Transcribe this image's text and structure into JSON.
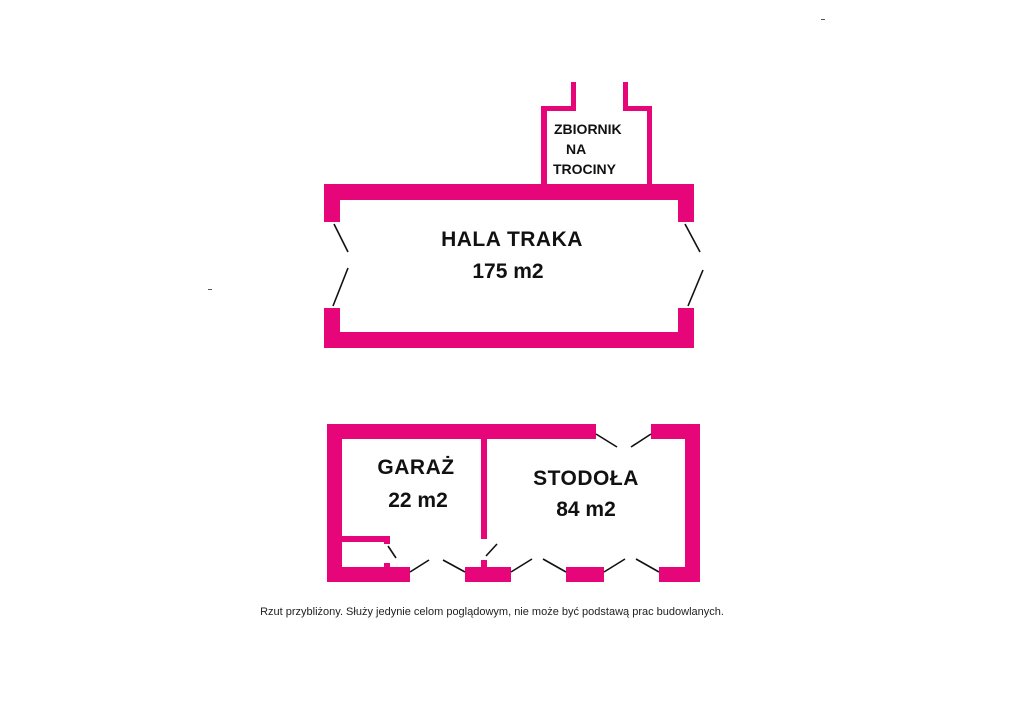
{
  "colors": {
    "wall": "#e6067a",
    "door_line": "#111111",
    "text": "#111111",
    "background": "#ffffff"
  },
  "rooms": {
    "tank": {
      "line1": "ZBIORNIK",
      "line2": "NA",
      "line3": "TROCINY"
    },
    "hall": {
      "name": "HALA TRAKA",
      "area": "175 m2"
    },
    "garage": {
      "name": "GARAŻ",
      "area": "22 m2"
    },
    "barn": {
      "name": "STODOŁA",
      "area": "84 m2"
    }
  },
  "caption": "Rzut przybliżony. Służy jedynie celom poglądowym, nie może być podstawą prac budowlanych."
}
